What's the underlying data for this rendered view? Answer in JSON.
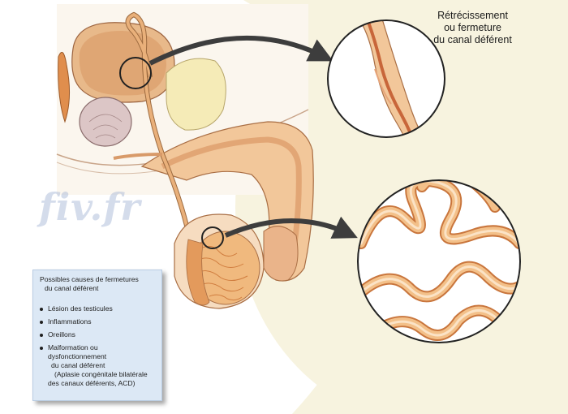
{
  "watermark": "fiv.fr",
  "zoom_top": {
    "line1": "Rétrécissement",
    "line2": "ou fermeture",
    "line3": "du canal déférent"
  },
  "causes_box": {
    "title_line1": "Possibles causes de fermetures",
    "title_line2": "du canal déférent",
    "items": [
      "Lésion des testicules",
      "Inflammations",
      "Oreillons",
      "Malformation ou dysfonctionnement"
    ],
    "item4_line2": "du canal déférent",
    "note_line1": "(Aplasie congénitale bilatérale",
    "note_line2": "des canaux déférents, ACD)"
  },
  "colors": {
    "background_arc": "#f7f3df",
    "tissue": "#f2c79a",
    "tissue_dark": "#d98a55",
    "duct": "#e9b07a",
    "arrow": "#3d3d3d",
    "box_fill": "#dce8f5"
  }
}
